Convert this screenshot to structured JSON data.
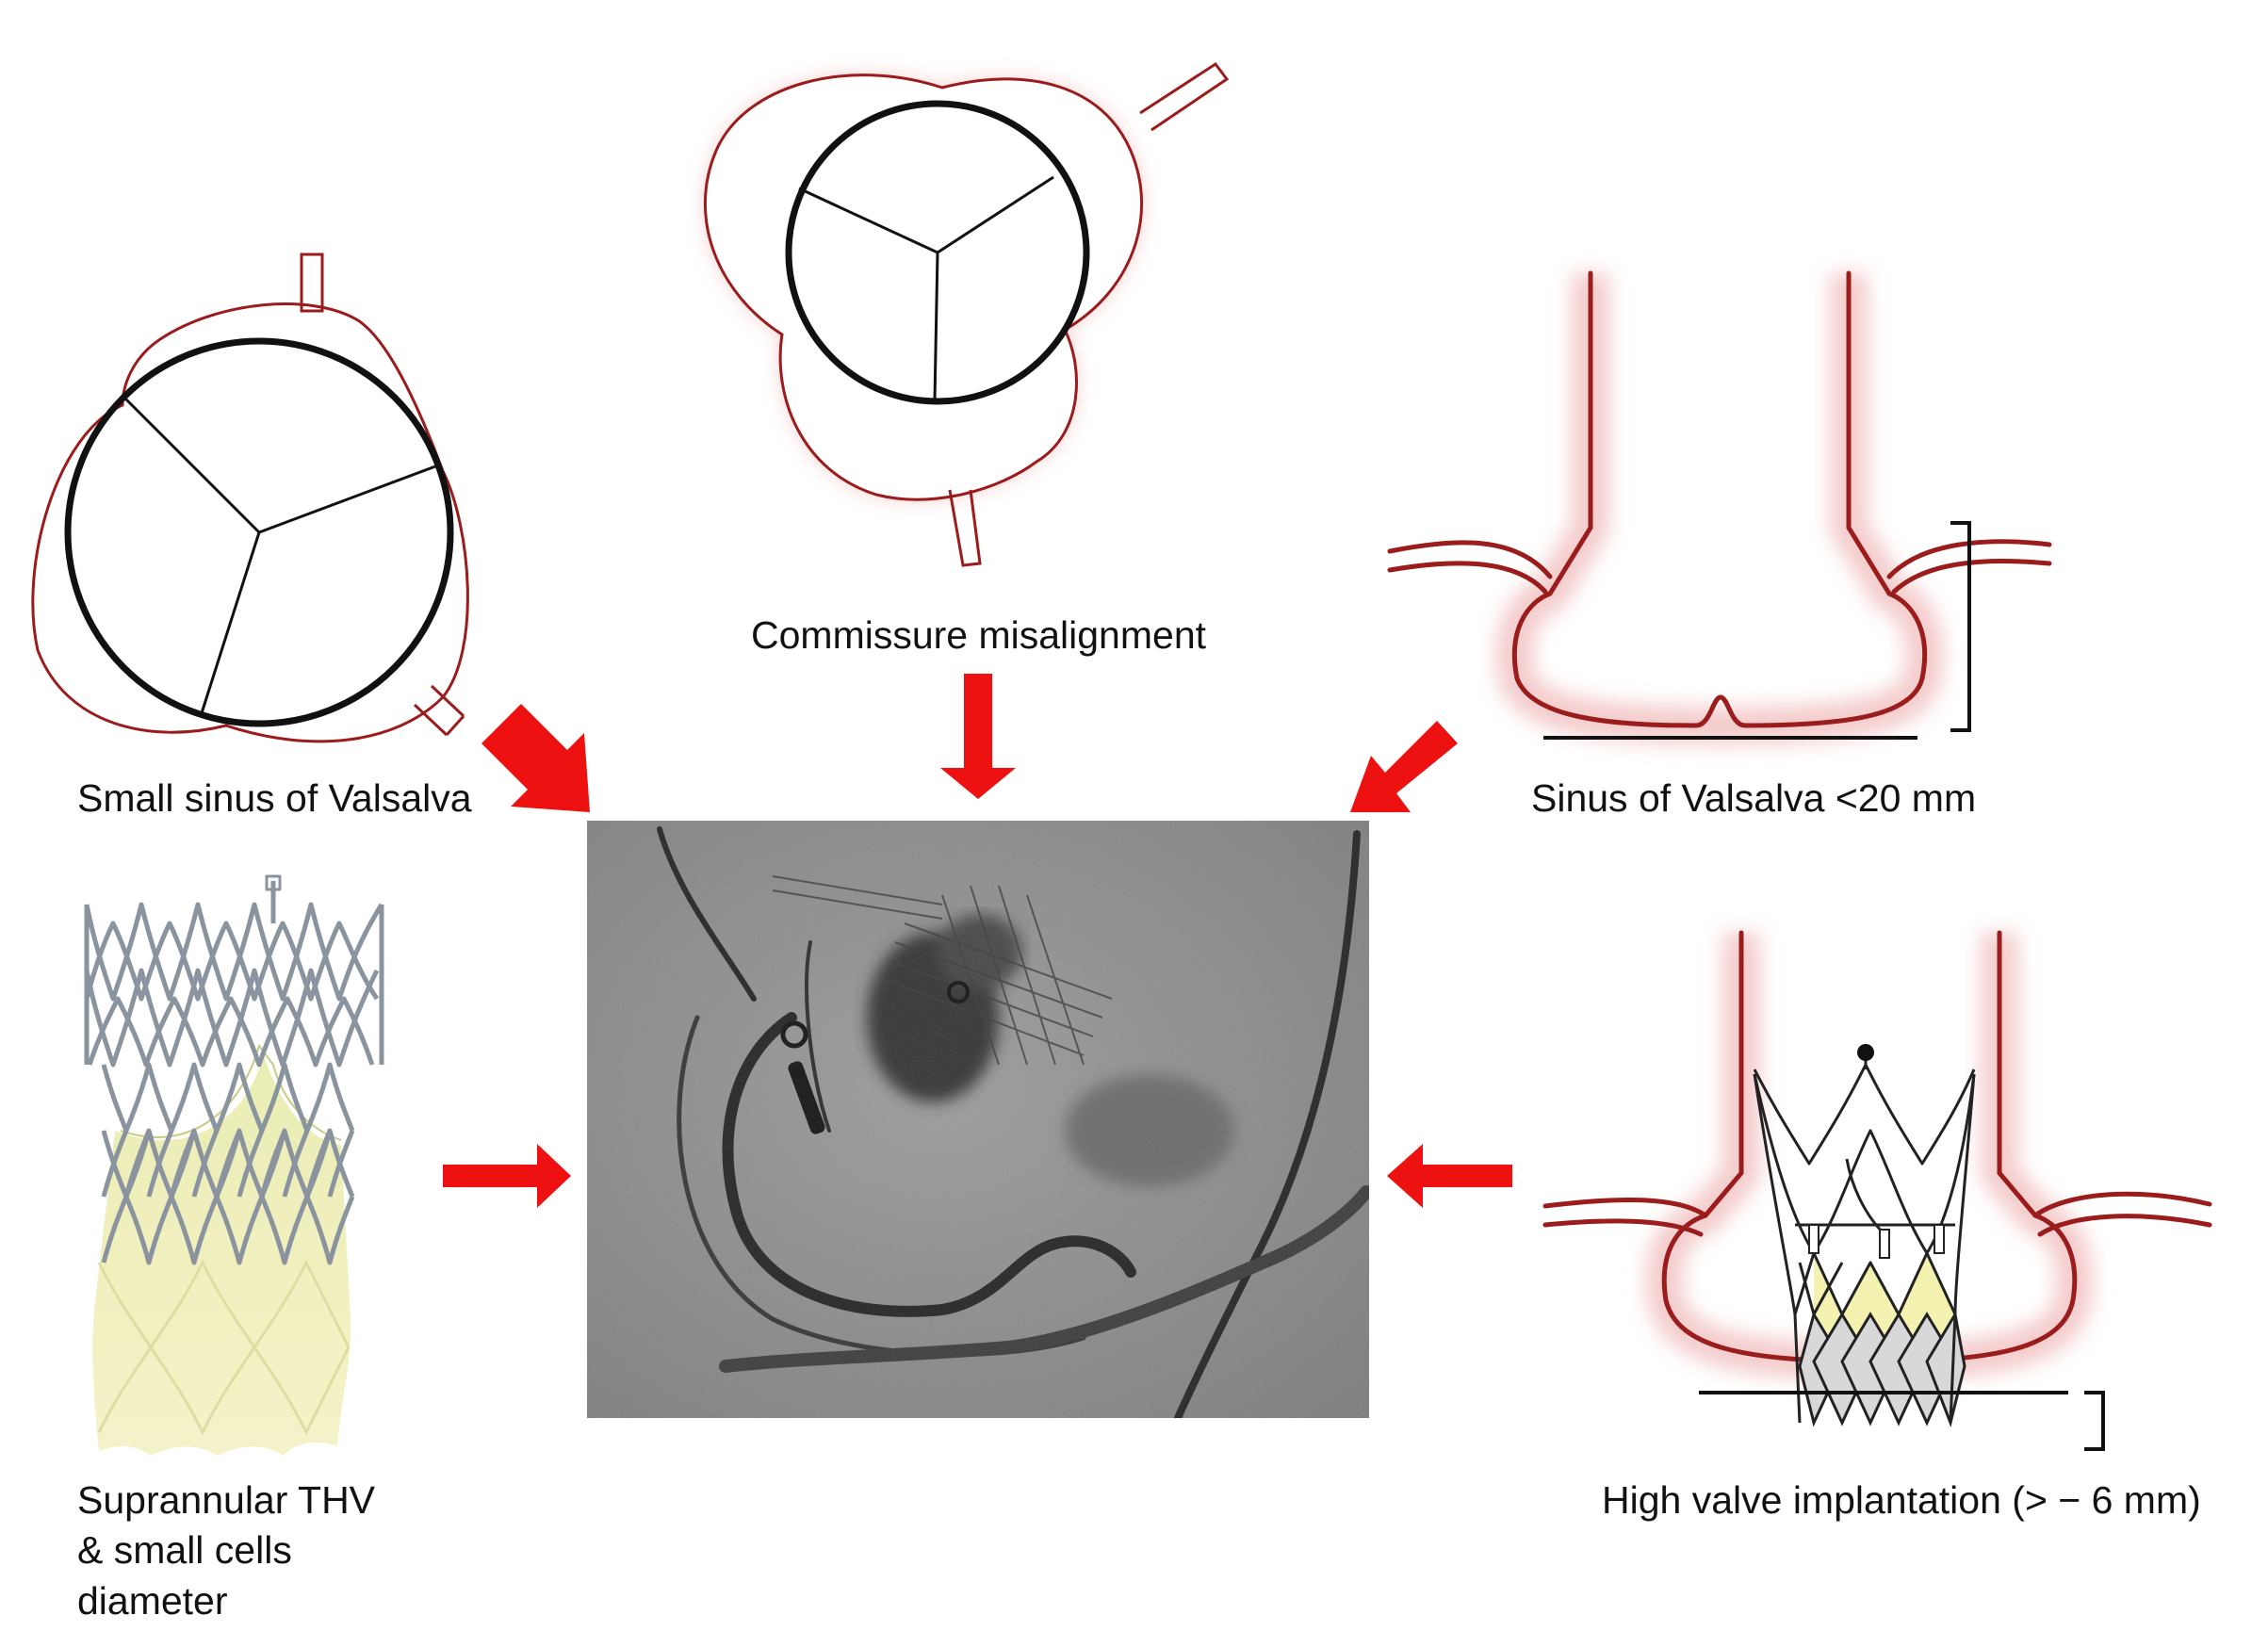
{
  "labels": {
    "small_sinus": "Small sinus of Valsalva",
    "commissure": "Commissure misalignment",
    "sinus_20mm": "Sinus of Valsalva <20 mm",
    "supraannular_1": "Suprannular THV",
    "supraannular_2": "& small cells",
    "supraannular_3": "diameter",
    "high_valve": "High valve implantation (> − 6 mm)"
  },
  "colors": {
    "arrow": "#ee1111",
    "outline": "#9a1c1c",
    "glow": "#f2caca",
    "stent": "#9aa3ad",
    "leaflet": "#eef0b4",
    "fluoro_bg": "#8e8e8e"
  },
  "icons": {
    "center": "fluoroscopy-angiogram-image",
    "bottom_left": "transcatheter-heart-valve-stent",
    "top_left": "valve-in-small-sinus-icon",
    "top_center": "commissure-misalignment-icon",
    "top_right": "aortic-root-cross-section-icon",
    "bottom_right": "high-implanted-valve-icon"
  }
}
